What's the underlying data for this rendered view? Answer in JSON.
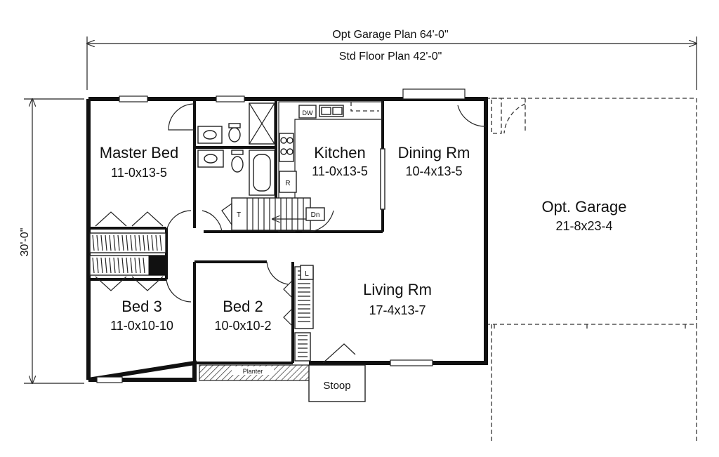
{
  "dimensions": {
    "overall_width": "Opt Garage Plan 64'-0\"",
    "house_width": "Std Floor Plan 42'-0\"",
    "depth": "30'-0\""
  },
  "rooms": {
    "master_bed": {
      "name": "Master Bed",
      "size": "11-0x13-5"
    },
    "kitchen": {
      "name": "Kitchen",
      "size": "11-0x13-5"
    },
    "dining": {
      "name": "Dining Rm",
      "size": "10-4x13-5"
    },
    "garage": {
      "name": "Opt. Garage",
      "size": "21-8x23-4"
    },
    "living": {
      "name": "Living Rm",
      "size": "17-4x13-7"
    },
    "bed2": {
      "name": "Bed 2",
      "size": "10-0x10-2"
    },
    "bed3": {
      "name": "Bed 3",
      "size": "11-0x10-10"
    }
  },
  "labels": {
    "dishwasher": "DW",
    "refrigerator": "R",
    "stair_down": "Dn",
    "stair_t": "T",
    "linen": "L",
    "planter": "Planter",
    "stoop": "Stoop"
  }
}
